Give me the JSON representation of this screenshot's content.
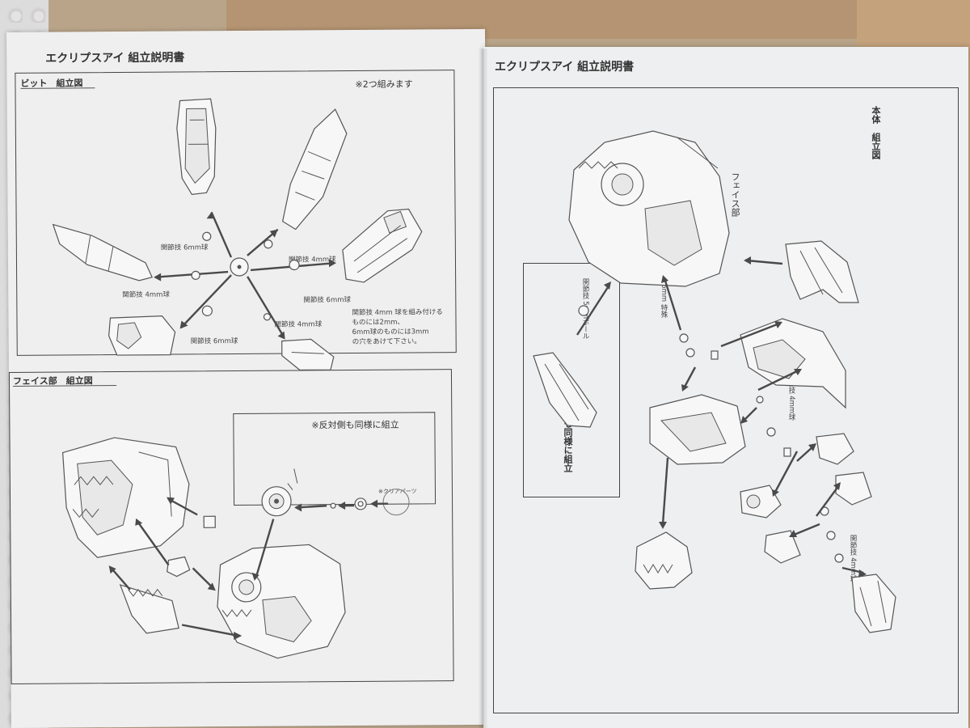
{
  "left_page": {
    "title": "エクリプスアイ 組立説明書",
    "bit_section": {
      "title": "ビット　組立図",
      "note": "※2つ組みます",
      "labels": [
        "関節技 6mm球",
        "関節技 4mm球",
        "関節技 4mm球",
        "関節技 6mm球",
        "関節技 4mm球",
        "関節技 6mm球"
      ],
      "instruction": [
        "関節技 4mm 球を組み付ける",
        "ものには2mm、",
        "6mm球のものには3mm",
        "の穴をあけて下さい。"
      ]
    },
    "face_section": {
      "title": "フェイス部　組立図",
      "inset_note": "※反対側も同様に組立",
      "clear_parts": "※クリアパーツ"
    }
  },
  "right_page": {
    "title": "エクリプスアイ 組立説明書",
    "body_title": "本体　組立図",
    "face_label": "フェイス部",
    "inset_label": "関節技 5mmボール",
    "inset_note": "※反対側も同様に組立",
    "label_special": "関節技 6mm 特殊",
    "label_4mm_a": "関節技 4mm球",
    "label_4mm_b": "関節技 4mm球"
  }
}
